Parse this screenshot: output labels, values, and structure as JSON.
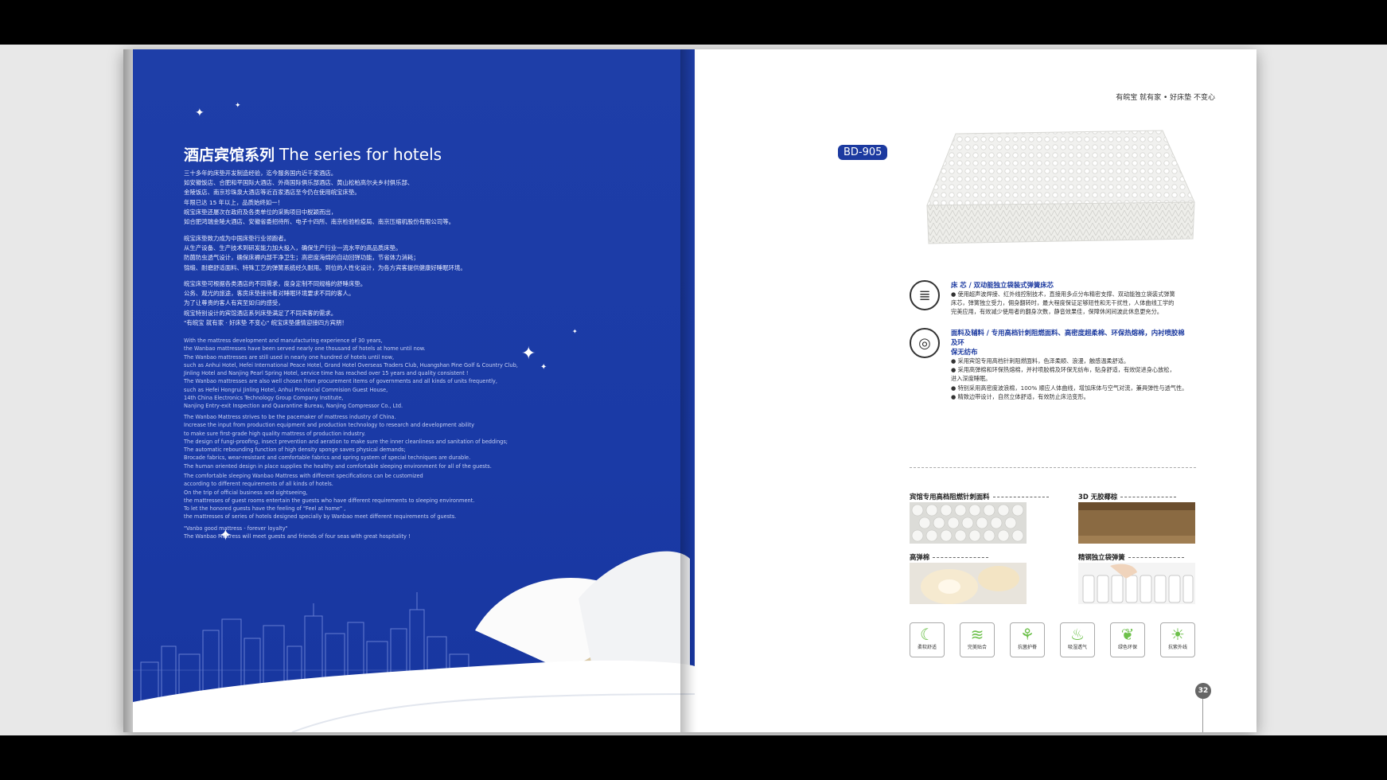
{
  "left": {
    "title_zh": "酒店宾馆系列",
    "title_en": "The series for hotels",
    "zh_para1": [
      "三十多年的床垫开发制造经验，迄今服务国内近千家酒店。",
      "如安徽饭店、合肥和平国际大酒店、外商国际俱乐部酒店、黄山松柏高尔夫乡村俱乐部、",
      "金陵饭店、南京珍珠泉大酒店等近百家酒店至今仍在使用皖宝床垫。",
      "年限已达 15 年以上，品质始终如一！",
      "皖宝床垫还屡次在政府及各类单位的采购项目中脱颖而出，",
      "如合肥鸿瑞金陵大酒店、安徽省委招待所、电子十四所、南京检验检疫局、南京压缩机股份有限公司等。"
    ],
    "zh_para2": [
      "皖宝床垫致力成为中国床垫行业领跑者。",
      "从生产设备、生产技术到研发能力加大投入，确保生产行业一流水平的高品质床垫。",
      "防菌防虫透气设计，确保床褥内部干净卫生；高密度海绵的自动回弹功能，节省体力消耗；",
      "锦缎、耐磨舒适面料、特殊工艺的弹簧系统经久耐用。到位的人性化设计，为各方宾客提供健康好睡眠环境。"
    ],
    "zh_para3": [
      "皖宝床垫可根据各类酒店的不同需求，度身定制不同规格的舒睡床垫。",
      "公务、观光的旅途，客房床垫接待着对睡眠环境要求不同的客人。",
      "为了让尊贵的客人有宾至如归的感受，",
      "皖宝特别设计的宾馆酒店系列床垫满足了不同宾客的需求。",
      "\"有皖宝 就有家 · 好床垫 不变心\" 皖宝床垫盛情迎接四方宾朋！"
    ],
    "en_para1": [
      "With the mattress development and manufacturing experience of 30 years,",
      "the Wanbao mattresses have been served nearly one thousand of hotels at home until now.",
      "The Wanbao mattresses are still used in nearly one hundred of hotels until now,",
      "such as Anhui Hotel, Hefei International Peace Hotel, Grand Hotel Overseas Traders Club, Huangshan Pine Golf & Country Club,",
      "Jinling Hotel and Nanjing Pearl Spring Hotel, service time has reached over 15 years and quality consistent !",
      "The Wanbao mattresses are also well chosen from procurement items of governments and all kinds of units frequently,",
      "such as Hefei Hongrui Jinling Hotel, Anhui Provincial Commision Guest House,",
      "14th China Electronics Technology Group Company Institute,",
      "Nanjing Entry-exit Inspection and Quarantine Bureau, Nanjing Compressor Co., Ltd."
    ],
    "en_para2": [
      "The Wanbao Mattress strives to be the pacemaker of mattress industry of China.",
      "Increase the input from production equipment and production technology to research and development ability",
      "to make sure first-grade high quality mattress of production industry.",
      "The design of fungi-proofing, insect prevention and aeration to make sure the inner cleanliness and sanitation of beddings;",
      "The automatic rebounding function of high density sponge saves physical demands;",
      "Brocade fabrics, wear-resistant and comfortable fabrics and spring system of special techniques are durable.",
      "The human oriented design in place supplies the healthy and comfortable sleeping environment for all of the guests."
    ],
    "en_para3": [
      "The comfortable sleeping Wanbao Mattress with different specifications can be customized",
      "according to different requirements of all kinds of hotels.",
      "On the trip of official business and sightseeing,",
      "the mattresses of guest rooms entertain the guests who have different requirements to sleeping environment.",
      "To let the honored guests have the feeling of  \"Feel at home\" ,",
      "the mattresses of series of hotels designed specially by Wanbao meet different requirements of guests."
    ],
    "en_para4": [
      "\"Vanbo good mattress - forever loyalty\"",
      "The Wanbao Mattress will meet guests and friends of four seas with great hospitality !"
    ]
  },
  "right": {
    "motto": "有皖宝 就有家  •  好床垫 不变心",
    "model": "BD-905",
    "feature1": {
      "head": "床 芯 / 双动能独立袋装式弹簧床芯",
      "body": [
        "● 使用超声波焊接、红外线控制技术，直接用多点分布精密支撑、双动能独立袋装式弹簧",
        "床芯，弹簧独立受力，佣身翻转时，最大程度保证足够短性和无干扰性，人体曲线工学的",
        "完美应用，有效减少使用者的翻身次数，静音效果佳，保障休闲间波此休息更充分。"
      ]
    },
    "feature2": {
      "head": "面料及辅料 / 专用高档针刺阻燃面料、高密度超柔棉、环保热熔棉，内衬喷胶棉及环",
      "head2": "保无纺布",
      "body": [
        "● 采用宾馆专用高档针刺阻燃面料，色泽柔顺、浪漫，触感温柔舒适。",
        "● 采用高弹棉和环保热熔棉，并衬喷胶棉及环保无纺布，贴身舒适，有效促进身心放松，",
        "进入深度睡眠。",
        "● 特别采用高密度波浪棉，100% 顺应人体曲线，增加床体与空气对流，兼具弹性与透气性。",
        "● 精致边带设计，自然立体舒适，有效防止床沿变形。"
      ]
    },
    "materials": [
      {
        "label": "宾馆专用高档阻燃针刺面料"
      },
      {
        "label": "3D 无胶椰棕"
      },
      {
        "label": "高弹棉"
      },
      {
        "label": "精钢独立袋弹簧"
      }
    ],
    "badges": [
      {
        "label": "柔软舒适",
        "icon": "moon-icon",
        "glyph": "☾"
      },
      {
        "label": "完美贴合",
        "icon": "wave-icon",
        "glyph": "≋"
      },
      {
        "label": "抗菌护脊",
        "icon": "spine-icon",
        "glyph": "⚘"
      },
      {
        "label": "吸湿透气",
        "icon": "breath-icon",
        "glyph": "♨"
      },
      {
        "label": "绿色环保",
        "icon": "leaf-icon",
        "glyph": "❦"
      },
      {
        "label": "抗紫外线",
        "icon": "sun-icon",
        "glyph": "☀"
      }
    ],
    "page_number": "32"
  },
  "colors": {
    "brand_blue": "#1c3aa0",
    "badge_green": "#6cc04a"
  }
}
